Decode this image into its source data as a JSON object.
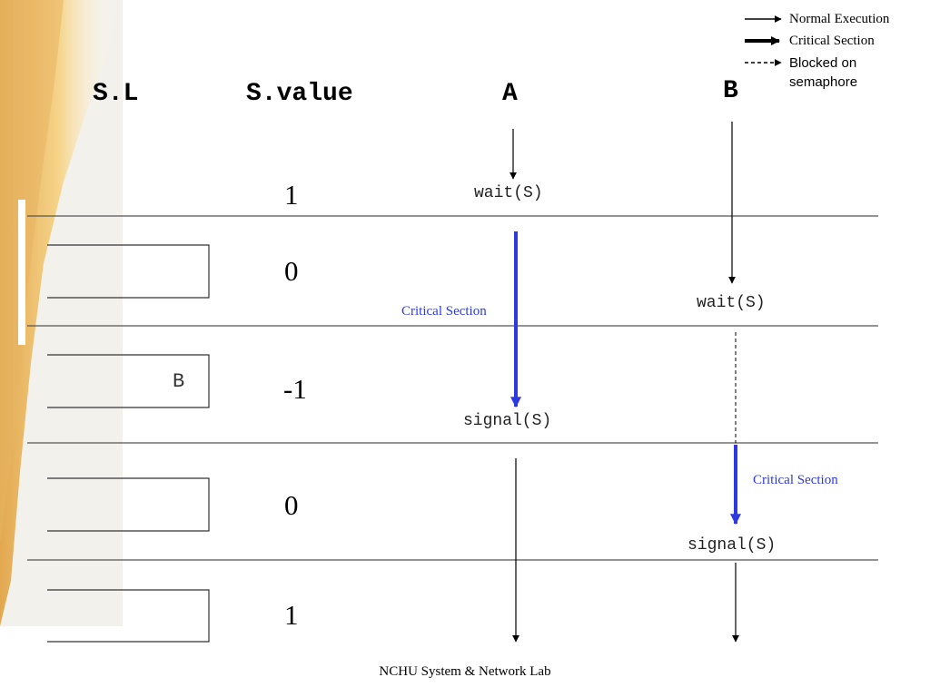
{
  "legend": {
    "normal": "Normal Execution",
    "critical": "Critical Section",
    "blocked_line1": "Blocked on",
    "blocked_line2": "semaphore"
  },
  "headers": {
    "list": "S.L",
    "value": "S.value",
    "process_a": "A",
    "process_b": "B"
  },
  "values": [
    "1",
    "0",
    "-1",
    "0",
    "1"
  ],
  "queue": [
    "",
    "B",
    "",
    ""
  ],
  "process_a": {
    "wait": "wait(S)",
    "signal": "signal(S)",
    "critical_label": "Critical Section"
  },
  "process_b": {
    "wait": "wait(S)",
    "signal": "signal(S)",
    "critical_label": "Critical Section"
  },
  "colors": {
    "critical": "#2e3ae0",
    "deco_light": "#f6d48a",
    "deco_dark": "#e2a850"
  },
  "footer": "NCHU System & Network Lab"
}
